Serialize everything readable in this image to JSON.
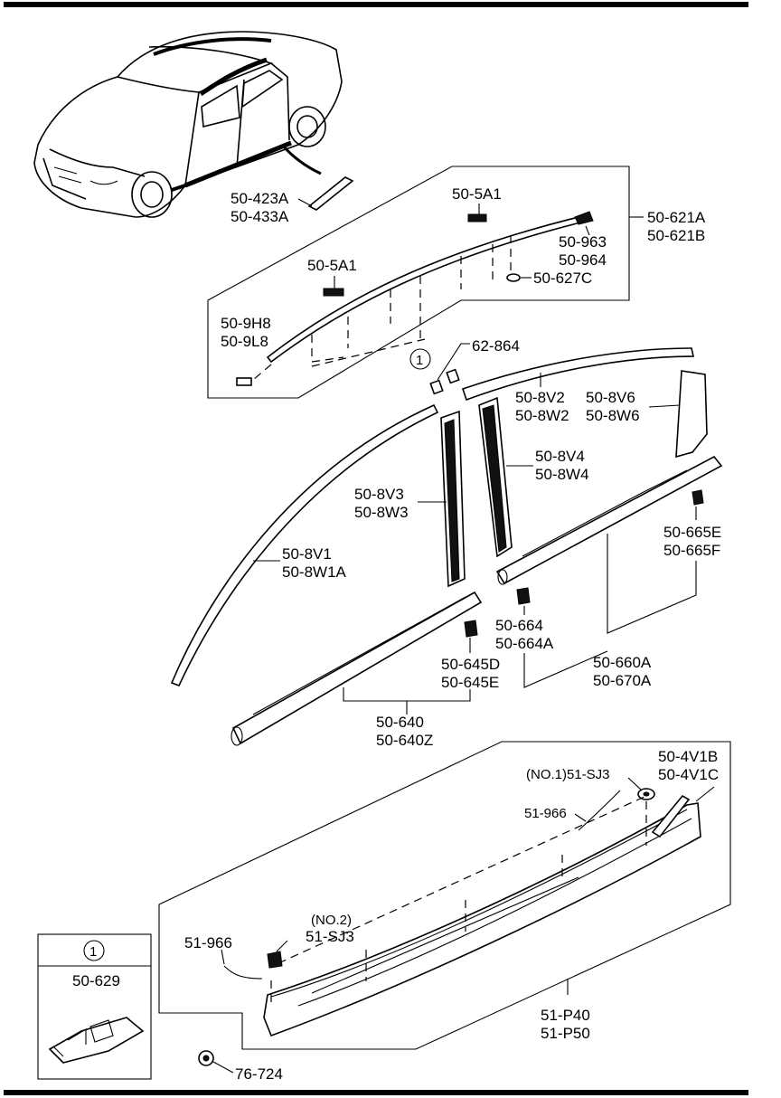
{
  "diagram": {
    "car_labels": [
      "50-423A",
      "50-433A"
    ],
    "roof_group": {
      "bracket_labels": [
        "50-621A",
        "50-621B"
      ],
      "clip_rear_label": "50-5A1",
      "clip_front_label": "50-5A1",
      "end_cap_labels": [
        "50-963",
        "50-964"
      ],
      "nut_label": "50-627C",
      "front_end_labels": [
        "50-9H8",
        "50-9L8"
      ]
    },
    "callout_number": "1",
    "tape_label": "62-864",
    "door_molding": {
      "rear_upper": [
        "50-8V2",
        "50-8W2"
      ],
      "rear_quarter": [
        "50-8V6",
        "50-8W6"
      ],
      "rear_pillar": [
        "50-8V4",
        "50-8W4"
      ],
      "front_pillar": [
        "50-8V3",
        "50-8W3"
      ],
      "front_upper": [
        "50-8V1",
        "50-8W1A"
      ],
      "rear_clip": [
        "50-665E",
        "50-665F"
      ],
      "front_clip": [
        "50-664",
        "50-664A"
      ],
      "rear_belt": [
        "50-660A",
        "50-670A"
      ],
      "front_clip2": [
        "50-645D",
        "50-645E"
      ],
      "front_belt": [
        "50-640",
        "50-640Z"
      ]
    },
    "side_sill": {
      "end_labels": [
        "50-4V1B",
        "50-4V1C"
      ],
      "clip1_label": "(NO.1)51-SJ3",
      "seal1_label": "51-966",
      "clip2_prefix": "(NO.2)",
      "clip2_label": "51-SJ3",
      "seal2_label": "51-966",
      "sill_labels": [
        "51-P40",
        "51-P50"
      ],
      "screw_label": "76-724"
    },
    "inset": {
      "number": "1",
      "part_label": "50-629"
    }
  }
}
